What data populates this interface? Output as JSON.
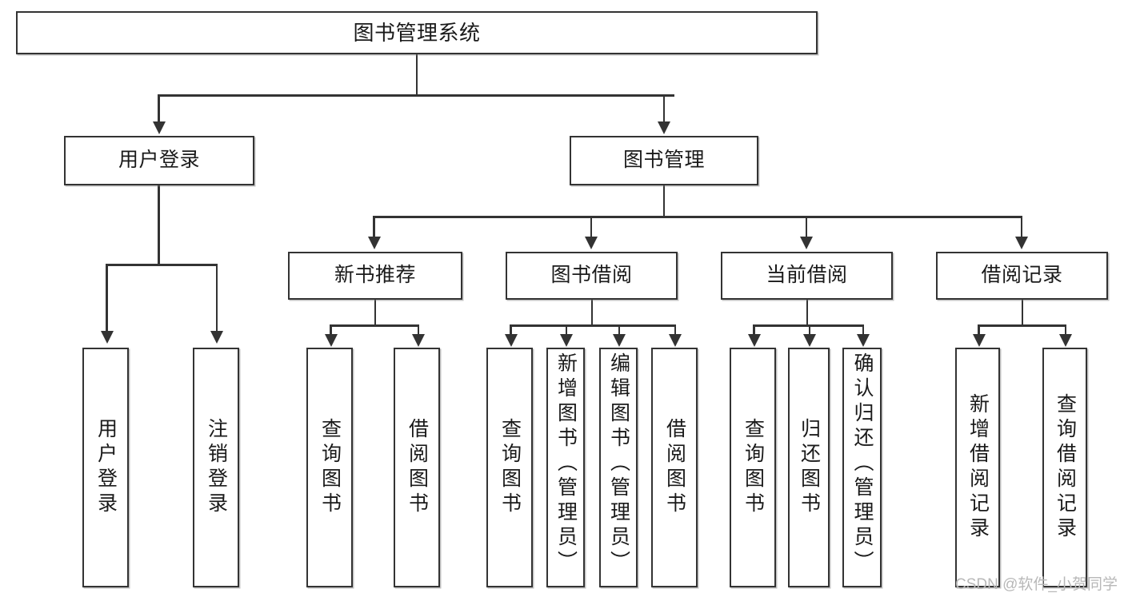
{
  "diagram": {
    "type": "tree",
    "title": "图书管理系统",
    "watermark": "CSDN @软件_小贺同学",
    "nodes": {
      "root": {
        "label": "图书管理系统",
        "level": 0,
        "orientation": "horizontal"
      },
      "l1_user": {
        "label": "用户登录",
        "level": 1,
        "orientation": "horizontal"
      },
      "l1_book": {
        "label": "图书管理",
        "level": 1,
        "orientation": "horizontal"
      },
      "l2_new": {
        "label": "新书推荐",
        "level": 2,
        "orientation": "horizontal"
      },
      "l2_borrow": {
        "label": "图书借阅",
        "level": 2,
        "orientation": "horizontal"
      },
      "l2_current": {
        "label": "当前借阅",
        "level": 2,
        "orientation": "horizontal"
      },
      "l2_record": {
        "label": "借阅记录",
        "level": 2,
        "orientation": "horizontal"
      },
      "leaf_user_login": {
        "label": "用户登录",
        "level": 3,
        "orientation": "vertical"
      },
      "leaf_user_logout": {
        "label": "注销登录",
        "level": 3,
        "orientation": "vertical"
      },
      "leaf_new_query": {
        "label": "查询图书",
        "level": 3,
        "orientation": "vertical"
      },
      "leaf_new_borrow": {
        "label": "借阅图书",
        "level": 3,
        "orientation": "vertical"
      },
      "leaf_borrow_query": {
        "label": "查询图书",
        "level": 3,
        "orientation": "vertical"
      },
      "leaf_borrow_add": {
        "label": "新增图书（管理员）",
        "level": 3,
        "orientation": "vertical"
      },
      "leaf_borrow_edit": {
        "label": "编辑图书（管理员）",
        "level": 3,
        "orientation": "vertical"
      },
      "leaf_borrow_do": {
        "label": "借阅图书",
        "level": 3,
        "orientation": "vertical"
      },
      "leaf_cur_query": {
        "label": "查询图书",
        "level": 3,
        "orientation": "vertical"
      },
      "leaf_cur_return": {
        "label": "归还图书",
        "level": 3,
        "orientation": "vertical"
      },
      "leaf_cur_confirm": {
        "label": "确认归还（管理员）",
        "level": 3,
        "orientation": "vertical"
      },
      "leaf_rec_add": {
        "label": "新增借阅记录",
        "level": 3,
        "orientation": "vertical"
      },
      "leaf_rec_query": {
        "label": "查询借阅记录",
        "level": 3,
        "orientation": "vertical"
      }
    },
    "edges": [
      {
        "from": "root",
        "to": "l1_user"
      },
      {
        "from": "root",
        "to": "l1_book"
      },
      {
        "from": "l1_user",
        "to": "leaf_user_login"
      },
      {
        "from": "l1_user",
        "to": "leaf_user_logout"
      },
      {
        "from": "l1_book",
        "to": "l2_new"
      },
      {
        "from": "l1_book",
        "to": "l2_borrow"
      },
      {
        "from": "l1_book",
        "to": "l2_current"
      },
      {
        "from": "l1_book",
        "to": "l2_record"
      },
      {
        "from": "l2_new",
        "to": "leaf_new_query"
      },
      {
        "from": "l2_new",
        "to": "leaf_new_borrow"
      },
      {
        "from": "l2_borrow",
        "to": "leaf_borrow_query"
      },
      {
        "from": "l2_borrow",
        "to": "leaf_borrow_add"
      },
      {
        "from": "l2_borrow",
        "to": "leaf_borrow_edit"
      },
      {
        "from": "l2_borrow",
        "to": "leaf_borrow_do"
      },
      {
        "from": "l2_current",
        "to": "leaf_cur_query"
      },
      {
        "from": "l2_current",
        "to": "leaf_cur_return"
      },
      {
        "from": "l2_current",
        "to": "leaf_cur_confirm"
      },
      {
        "from": "l2_record",
        "to": "leaf_rec_add"
      },
      {
        "from": "l2_record",
        "to": "leaf_rec_query"
      }
    ],
    "colors": {
      "border": "#333333",
      "text": "#1a1a1a",
      "background": "#ffffff",
      "watermark": "#b8b8b8"
    }
  }
}
